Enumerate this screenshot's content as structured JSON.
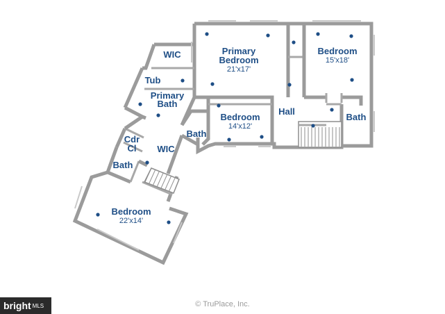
{
  "rooms": {
    "primary_bedroom": {
      "name_line1": "Primary",
      "name_line2": "Bedroom",
      "dim": "21'x17'"
    },
    "bedroom_ne": {
      "name": "Bedroom",
      "dim": "15'x18'"
    },
    "wic_top": {
      "name": "WIC"
    },
    "tub": {
      "name": "Tub"
    },
    "primary_bath": {
      "name_line1": "Primary",
      "name_line2": "Bath"
    },
    "bedroom_center": {
      "name": "Bedroom",
      "dim": "14'x12'"
    },
    "hall": {
      "name": "Hall"
    },
    "bath_e": {
      "name": "Bath"
    },
    "bath_center": {
      "name": "Bath"
    },
    "cdr_cl": {
      "name_line1": "Cdr",
      "name_line2": "Cl"
    },
    "wic_mid": {
      "name": "WIC"
    },
    "bath_w": {
      "name": "Bath"
    },
    "bedroom_sw": {
      "name": "Bedroom",
      "dim": "22'x14'"
    }
  },
  "footer": {
    "copyright": "© TruPlace, Inc."
  },
  "logo": {
    "text": "bright",
    "suffix": "MLS"
  },
  "colors": {
    "label": "#1e4e86",
    "wall": "#9b9b9b"
  }
}
